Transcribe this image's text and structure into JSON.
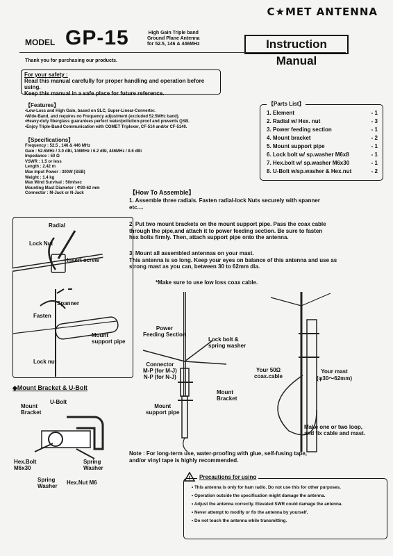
{
  "brand": "C★MET ANTENNA",
  "model_label": "MODEL",
  "model_number": "GP-15",
  "subtitle": [
    "High Gain Triple band",
    "Ground Plane Antenna",
    "for 52.5, 146 & 446MHz"
  ],
  "manual_title": "Instruction Manual",
  "thanks": "Thank you for purchasing our products.",
  "safety": {
    "heading": "For your safety :",
    "lines": [
      "Read this manual carefully for proper handling and operation before using.",
      "Keep this manual in a safe place for future reference."
    ]
  },
  "features": {
    "heading": "【Features】",
    "items": [
      "•Low-Loss and High Gain, based on SLC, Super-Linear-Converter.",
      "•Wide-Band, and requires no Frequency adjustment  (excluded 52.5MHz band).",
      "•Heavy-duty fiberglass guarantees perfect water/pollution-proof and prevents QSB.",
      "•Enjoy Triple-Band Communication with COMET Triplexer, CF-514 and/or CF-5140."
    ]
  },
  "specs": {
    "heading": "【Specifications】",
    "items": [
      "Frequency : 52.5 , 146 & 446 MHz",
      "Gain : 52.5MHz / 3.0 dBi, 146MHz / 6.2 dBi, 446MHz / 8.6 dBi",
      "Impedance : 50 Ω",
      "VSWR : 1.5 or less",
      "Length : 2.42 m",
      "Max Input Power : 300W (SSB)",
      "Weight : 1.4 kg",
      "Max Wind Survival : 50m/sec",
      "Mounting Mast Diameter : Φ30-62 mm",
      "Connector : M-Jack or N-Jack"
    ]
  },
  "parts": {
    "heading": "【Parts List】",
    "items": [
      {
        "name": "1. Element",
        "qty": "- 1"
      },
      {
        "name": "2. Radial w/ Hex. nut",
        "qty": "- 3"
      },
      {
        "name": "3. Power feeding section",
        "qty": "- 1"
      },
      {
        "name": "4. Mount bracket",
        "qty": "- 2"
      },
      {
        "name": "5. Mount support pipe",
        "qty": "- 1"
      },
      {
        "name": "6. Lock bolt w/ sp.washer  M6x8",
        "qty": "- 1"
      },
      {
        "name": "7. Hex.bolt w/ sp.washer M6x30",
        "qty": "- 1"
      },
      {
        "name": "8. U-Bolt w/sp.washer & Hex.nut",
        "qty": "- 2"
      }
    ]
  },
  "assemble": {
    "heading": "【How To Assemble】",
    "step1": [
      "1. Assemble three radials. Fasten radial-lock Nuts securely with spanner",
      "etc...."
    ],
    "step2": [
      "2. Put two mount brackets on the mount support pipe. Pass the coax cable",
      "through the pipe,and attach it to power feeding section. Be sure to fasten",
      "hex bolts firmly. Then, attach support pipe onto the antenna."
    ],
    "step3": [
      "3. Mount all assembled antennas on your mast.",
      "This antenna is so long. Keep your eyes  on balance of this antenna and use as",
      "strong mast as you can, between 30 to 62mm dia."
    ],
    "coax_note": "*Make sure to use low loss coax cable."
  },
  "diagram_labels": {
    "radial": "Radial",
    "lock_nut_top": "Lock Nut",
    "insert_screw": "Insert screw",
    "spanner": "Spanner",
    "fasten": "Fasten",
    "mount_support_pipe": "Mount\nsupport pipe",
    "lock_nut": "Lock nut",
    "power_feeding": "Power\nFeeding Section",
    "lock_bolt": "Lock bolt &\nspring washer",
    "connector": "Connector\nM-P (for M-J)\nN-P (for N-J)",
    "mount_bracket": "Mount\nBracket",
    "mount_support_pipe2": "Mount\nsupport pipe",
    "your_coax": "Your 50Ω\ncoax.cable",
    "your_mast": "Your mast\n(φ30～62mm)",
    "loop_note": "Make one or two loop,\nand fix cable and mast."
  },
  "mount_bracket": {
    "title": "◆Mount Bracket & U-Bolt",
    "u_bolt": "U-Bolt",
    "bracket": "Mount\nBracket",
    "hex_bolt": "Hex.Bolt\nM6x30",
    "spring_washer1": "Spring\nWasher",
    "spring_washer2": "Spring\nWasher",
    "hex_nut": "Hex.Nut M6"
  },
  "note": [
    "Note : For long-term use, water-proofing with glue, self-fusing tape,",
    "and/or vinyl tape is highly recommended."
  ],
  "precautions": {
    "heading": "Precautions for using",
    "items": [
      "• This antenna is only for ham radio. Do not use this for other purposes.",
      "• Operation outside the specification might damage the antenna.",
      "• Adjust the antenna correctly. Elevated SWR could damage the antenna.",
      "• Never attempt to modify or fix the antenna by yourself.",
      "• Do not touch the antenna while transmitting."
    ]
  }
}
